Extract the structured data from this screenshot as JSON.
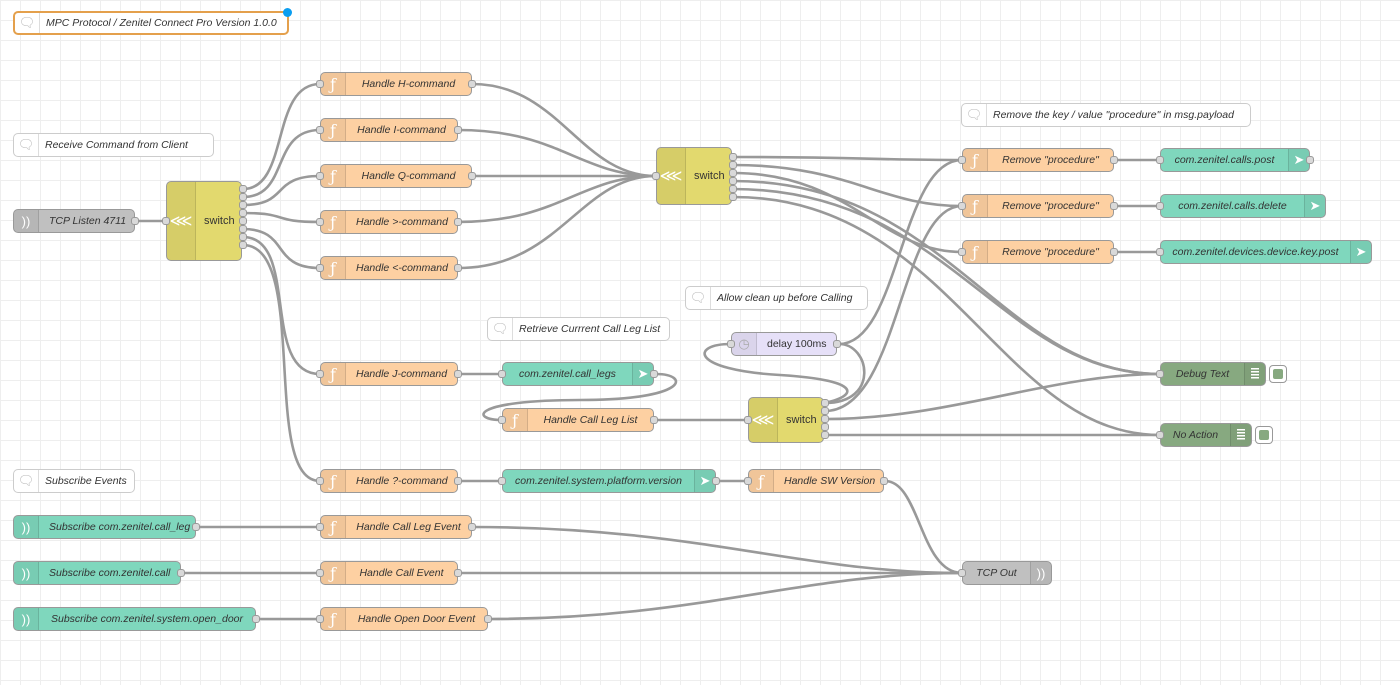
{
  "canvas": {
    "title_comment": "MPC Protocol / Zenitel Connect Pro Version 1.0.0",
    "comments": {
      "receive_command": "Receive Command from Client",
      "remove_key": "Remove the key / value \"procedure\" in msg.payload",
      "allow_cleanup": "Allow clean up before Calling",
      "retrieve_leg_list": "Retrieve Currrent Call Leg List",
      "subscribe_events": "Subscribe Events"
    },
    "nodes": {
      "tcp_listen": "TCP Listen 4711",
      "switch_main": "switch",
      "switch_mid": "switch",
      "switch_low": "switch",
      "handle_h": "Handle H-command",
      "handle_i": "Handle I-command",
      "handle_q": "Handle Q-command",
      "handle_gt": "Handle >-command",
      "handle_lt": "Handle <-command",
      "handle_j": "Handle J-command",
      "handle_q2": "Handle ?-command",
      "call_legs": "com.zenitel.call_legs",
      "handle_leg_list": "Handle Call Leg List",
      "platform_version": "com.zenitel.system.platform.version",
      "handle_sw": "Handle SW Version",
      "delay": "delay 100ms",
      "remove_1": "Remove \"procedure\"",
      "remove_2": "Remove \"procedure\"",
      "remove_3": "Remove \"procedure\"",
      "calls_post": "com.zenitel.calls.post",
      "calls_delete": "com.zenitel.calls.delete",
      "device_key_post": "com.zenitel.devices.device.key.post",
      "debug_text": "Debug Text",
      "no_action": "No Action",
      "sub_call_leg": "Subscribe com.zenitel.call_leg",
      "sub_call": "Subscribe com.zenitel.call",
      "sub_open_door": "Subscribe com.zenitel.system.open_door",
      "handle_leg_event": "Handle Call Leg Event",
      "handle_call_event": "Handle Call Event",
      "handle_door_event": "Handle Open Door Event",
      "tcp_out": "TCP Out"
    }
  },
  "colors": {
    "function": "#fdd0a2",
    "switch": "#e2d96e",
    "mq": "#7fd7bd",
    "tcp": "#c0c0c0",
    "debug": "#87a980",
    "delay": "#e6e0f8",
    "wire": "#999999",
    "title_border": "#e4a04c"
  }
}
